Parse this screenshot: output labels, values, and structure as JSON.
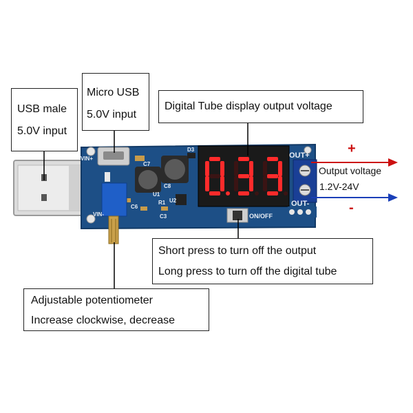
{
  "callouts": {
    "usb_male": {
      "line1": "USB male",
      "line2": "5.0V input"
    },
    "micro_usb": {
      "line1": "Micro USB",
      "line2": "5.0V input"
    },
    "digital_tube": {
      "line1": "Digital Tube display output voltage"
    },
    "press": {
      "line1": "Short press to turn off the output",
      "line2": "Long press to turn off the digital tube"
    },
    "potentiometer": {
      "line1": "Adjustable potentiometer",
      "line2": "Increase clockwise, decrease"
    }
  },
  "output": {
    "label": "Output voltage",
    "range": "1.2V-24V",
    "plus_sign": "+",
    "minus_sign": "-",
    "positive_color": "#cc1010",
    "negative_color": "#1a3fb8"
  },
  "display": {
    "digit1": "0",
    "digit2": "3",
    "digit3": "3",
    "digit_color": "#ff2b2b"
  },
  "board": {
    "color": "#1d4f86",
    "label_out_plus": "OUT+",
    "label_out_minus": "OUT-",
    "label_on_off": "ON/OFF",
    "label_vin_plus": "VIN+",
    "label_vin_minus": "VIN-",
    "label_d3": "D3",
    "label_c7": "C7",
    "label_c8": "C8",
    "label_u2": "U2",
    "label_c6": "C6",
    "label_r1": "R1",
    "label_c3": "C3",
    "label_u1": "U1"
  }
}
